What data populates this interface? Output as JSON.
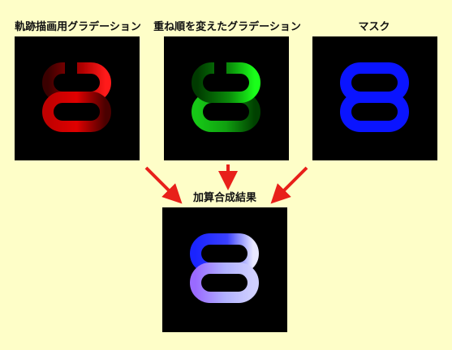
{
  "panels": [
    {
      "id": "trail",
      "label": "軌跡描画用グラデーション",
      "color": "#ff1a1a"
    },
    {
      "id": "reordered",
      "label": "重ね順を変えたグラデーション",
      "color": "#1aff1a"
    },
    {
      "id": "mask",
      "label": "マスク",
      "color": "#0a14ff"
    }
  ],
  "result": {
    "label": "加算合成結果"
  },
  "colors": {
    "background": "#fefec8",
    "arrow": "#e8201a",
    "panel": "#000000"
  }
}
